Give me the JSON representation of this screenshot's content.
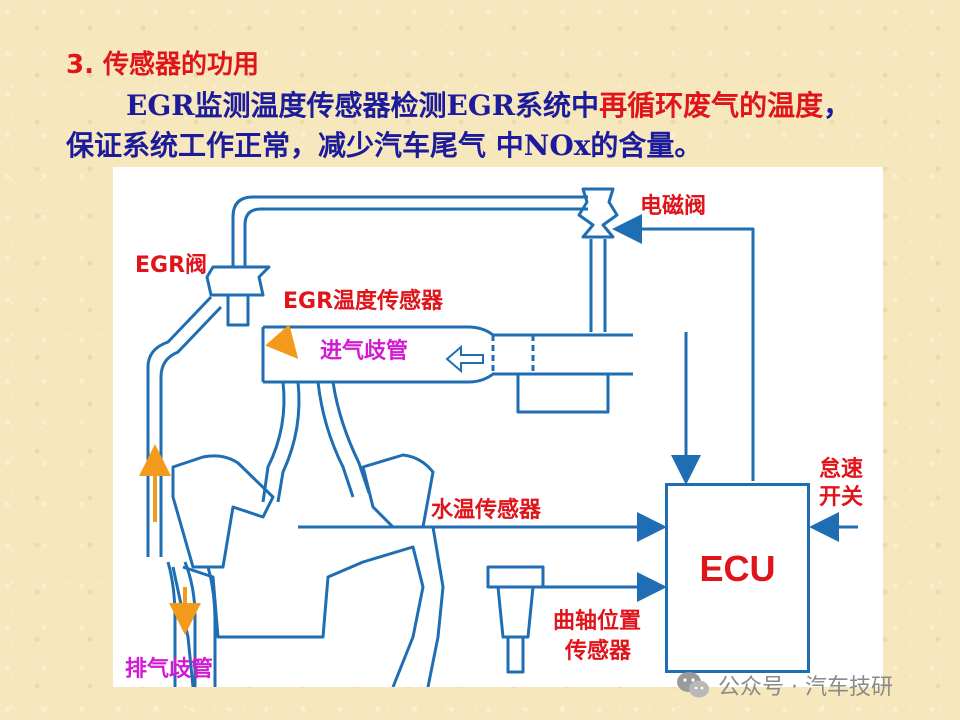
{
  "heading": {
    "number": "3.",
    "text": "传感器的功用"
  },
  "paragraph": {
    "line1_blue": "EGR监测温度传感器检测EGR系统中",
    "line1_red": "再循环废气的温度",
    "line1_tail": "，",
    "line2": "保证系统工作正常，减少汽车尾气 中NOx的含量。"
  },
  "diagram": {
    "labels": {
      "solenoid_valve": "电磁阀",
      "egr_valve": "EGR阀",
      "egr_temp_sensor": "EGR温度传感器",
      "intake_manifold": "进气歧管",
      "water_temp_sensor": "水温传感器",
      "idle_switch_line1": "怠速",
      "idle_switch_line2": "开关",
      "crank_sensor_line1": "曲轴位置",
      "crank_sensor_line2": "传感器",
      "exhaust_manifold": "排气歧管",
      "ecu": "ECU"
    },
    "colors": {
      "line": "#1f6eb4",
      "label_red": "#e0141b",
      "label_magenta": "#d11ad1",
      "flow_arrow": "#f39a1c"
    }
  },
  "watermark": {
    "text": "公众号 · 汽车技研",
    "icon": "wechat-icon"
  }
}
